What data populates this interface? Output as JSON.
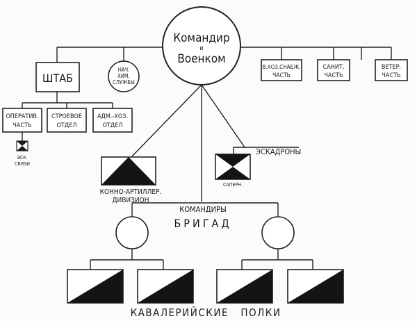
{
  "commander": {
    "line1": "Командир",
    "line2": "и",
    "line3": "Военком"
  },
  "staff": {
    "label": "ШТАБ"
  },
  "service_heads": {
    "line1": "НАЧ.",
    "line2": "ХИМ.",
    "line3": "СЛУЖБЫ"
  },
  "staff_units": [
    {
      "line1": "ОПЕРАТИВ.",
      "line2": "ЧАСТЬ"
    },
    {
      "line1": "СТРОЕВОЕ",
      "line2": "ОТДЕЛ"
    },
    {
      "line1": "АДМ.-ХОЗ.",
      "line2": "ОТДЕЛ"
    }
  ],
  "signal_squadron": {
    "line1": "ЭСК.",
    "line2": "СВЯЗИ"
  },
  "services": [
    {
      "line1": "В.ХОЗ.СНАБЖ.",
      "line2": "ЧАСТЬ"
    },
    {
      "line1": "САНИТ.",
      "line2": "ЧАСТЬ"
    },
    {
      "line1": "ВЕТЕР.",
      "line2": "ЧАСТЬ"
    }
  ],
  "artillery": {
    "line1": "КОННО-АРТИЛЛЕР.",
    "line2": "ДИВИЗИОН"
  },
  "squadrons": {
    "label": "ЭСКАДРОНЫ",
    "sapper": "САПЕРН."
  },
  "brigades": {
    "line1": "КОМАНДИРЫ",
    "line2": "БРИГАД"
  },
  "regiments": {
    "label": "КАВАЛЕРИЙСКИЕ   ПОЛКИ"
  }
}
